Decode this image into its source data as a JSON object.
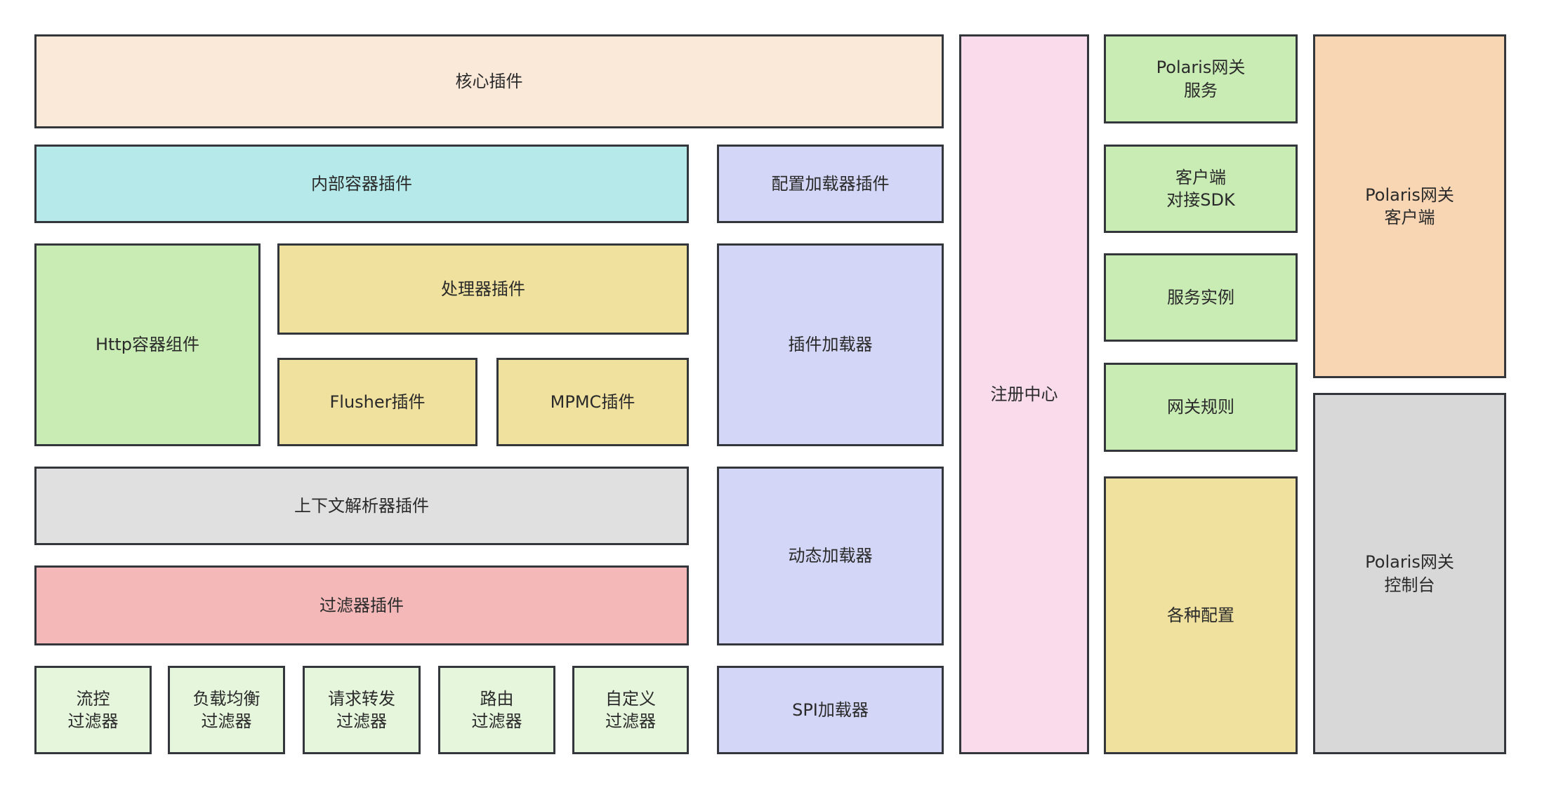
{
  "boxes": {
    "core": "核心插件",
    "inner_container": "内部容器插件",
    "config_loader": "配置加载器插件",
    "http_container": "Http容器组件",
    "processor": "处理器插件",
    "flusher": "Flusher插件",
    "mpmc": "MPMC插件",
    "plugin_loader": "插件加载器",
    "context_parser": "上下文解析器插件",
    "dynamic_loader": "动态加载器",
    "filter": "过滤器插件",
    "flow_filter": "流控\n过滤器",
    "lb_filter": "负载均衡\n过滤器",
    "forward_filter": "请求转发\n过滤器",
    "route_filter": "路由\n过滤器",
    "custom_filter": "自定义\n过滤器",
    "spi_loader": "SPI加载器",
    "registry": "注册中心",
    "gateway_service": "Polaris网关\n服务",
    "client_sdk": "客户端\n对接SDK",
    "service_instance": "服务实例",
    "gateway_rules": "网关规则",
    "configs": "各种配置",
    "gateway_client": "Polaris网关\n客户端",
    "gateway_console": "Polaris网关\n控制台"
  },
  "colors": {
    "peach": "#fae8d9",
    "cyan": "#b6eaea",
    "green": "#c9ebb4",
    "yellow": "#f0e19e",
    "lavender": "#d3d6f6",
    "gray": "#e0e0e0",
    "red": "#f4b8b8",
    "lightgreen": "#e6f6dc",
    "pink": "#f9dbec",
    "orange": "#f8d5b3",
    "darkgray": "#d8d8d8"
  }
}
